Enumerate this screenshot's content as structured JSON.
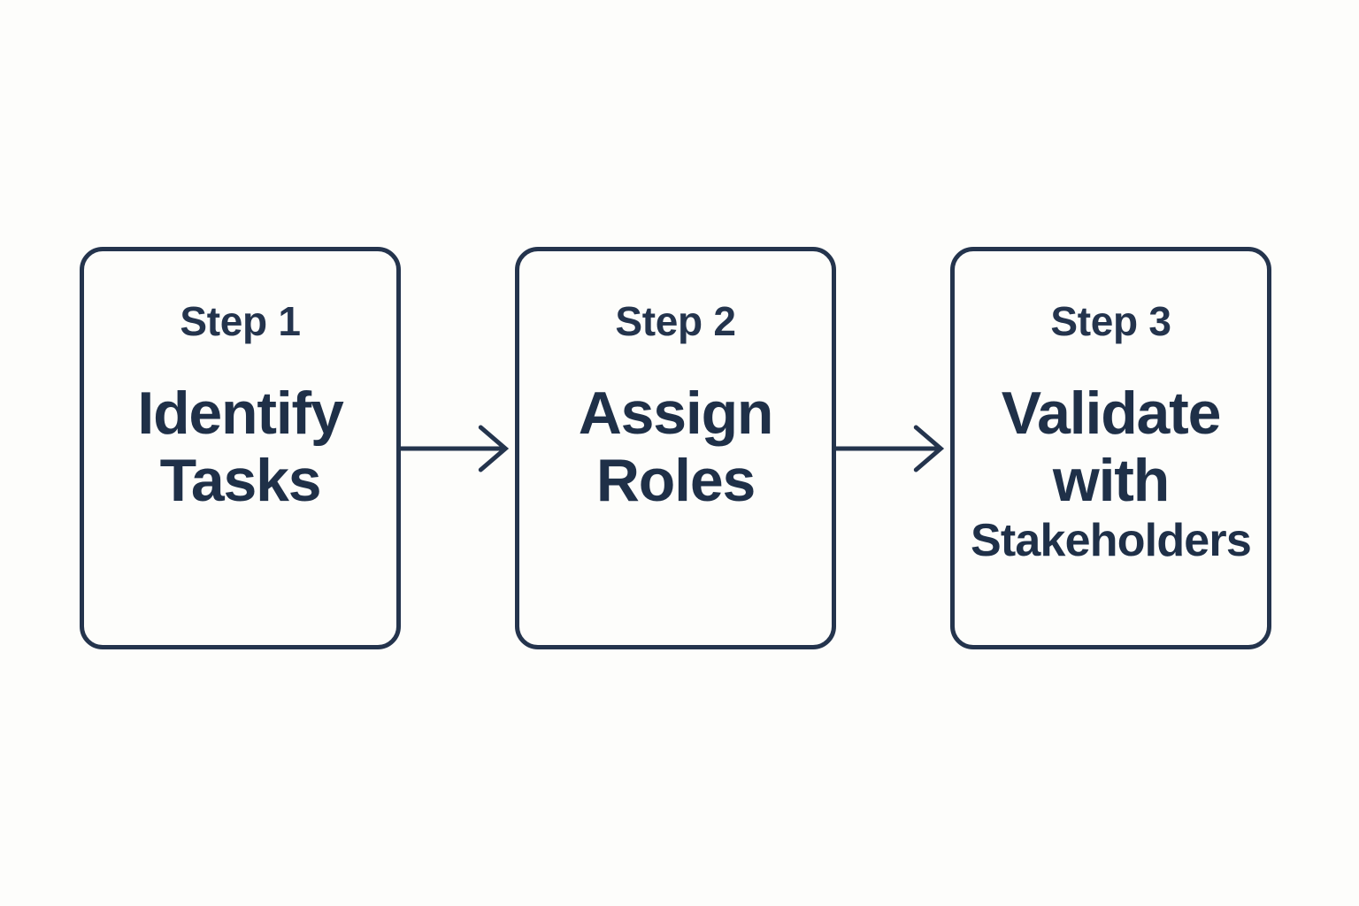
{
  "diagram": {
    "type": "process-flow",
    "orientation": "horizontal",
    "background_color": "#fdfdfb",
    "stroke_color": "#24344d",
    "text_color": "#1f3048",
    "steps": [
      {
        "label": "Step 1",
        "title_lines": [
          "Identify",
          "Tasks"
        ],
        "title_main": "Identify",
        "title_tail": "Tasks"
      },
      {
        "label": "Step 2",
        "title_lines": [
          "Assign",
          "Roles"
        ],
        "title_main": "Assign",
        "title_tail": "Roles"
      },
      {
        "label": "Step 3",
        "title_lines": [
          "Validate",
          "with",
          "Stakeholders"
        ],
        "title_main": "Validate with",
        "title_tail": "Stakeholders"
      }
    ],
    "connectors": [
      {
        "from": "Step 1",
        "to": "Step 2",
        "icon": "arrow-right-icon"
      },
      {
        "from": "Step 2",
        "to": "Step 3",
        "icon": "arrow-right-icon"
      }
    ]
  }
}
